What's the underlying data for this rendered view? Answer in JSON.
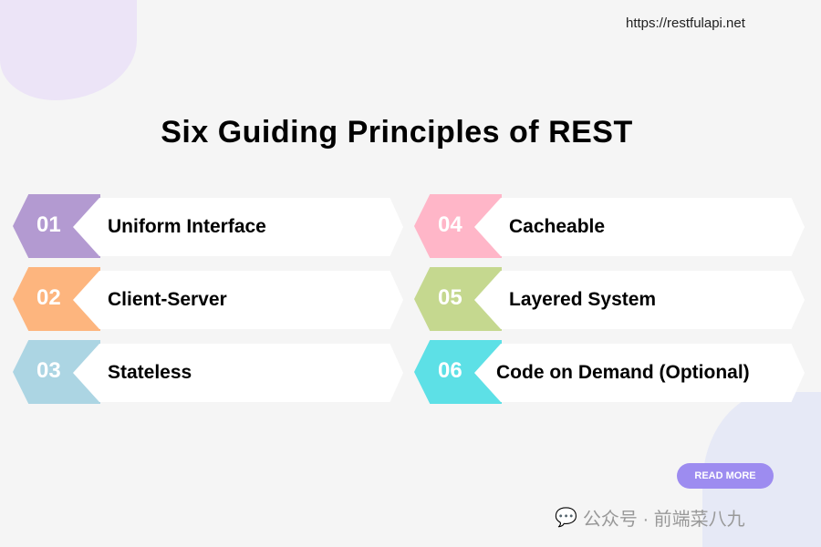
{
  "header": {
    "url": "https://restfulapi.net",
    "title": "Six Guiding Principles of REST"
  },
  "principles": [
    {
      "number": "01",
      "label": "Uniform Interface",
      "color": "#b39ad1"
    },
    {
      "number": "02",
      "label": "Client-Server",
      "color": "#fdb57e"
    },
    {
      "number": "03",
      "label": "Stateless",
      "color": "#acd5e3"
    },
    {
      "number": "04",
      "label": "Cacheable",
      "color": "#ffb6c8"
    },
    {
      "number": "05",
      "label": "Layered System",
      "color": "#c5d88f"
    },
    {
      "number": "06",
      "label": "Code on Demand (Optional)",
      "color": "#5de0e6"
    }
  ],
  "footer": {
    "read_more": "READ MORE",
    "watermark": "公众号 · 前端菜八九",
    "watermark_icon": "wechat-icon"
  }
}
